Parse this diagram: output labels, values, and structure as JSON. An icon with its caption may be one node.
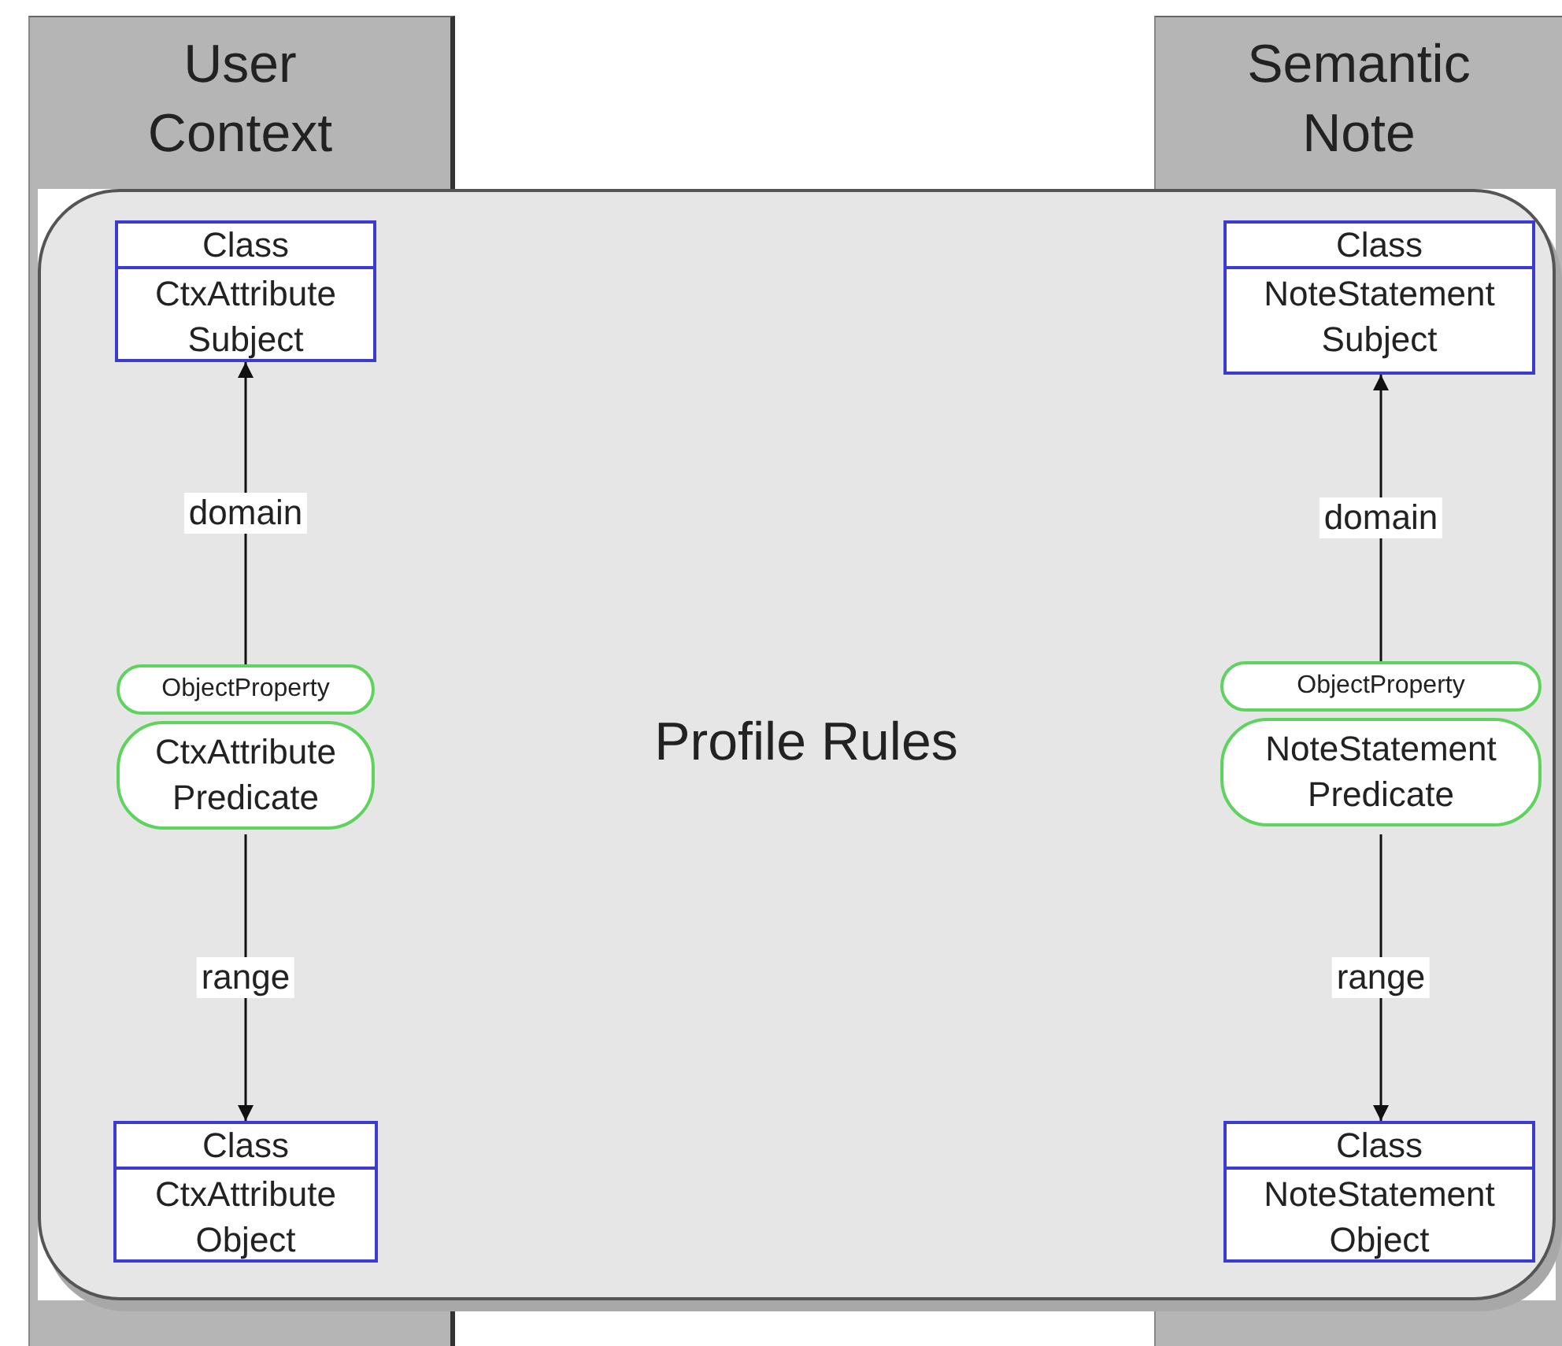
{
  "diagram": {
    "nodes": [
      {
        "text": [
          "User Context"
        ]
      },
      {
        "text": [
          "Semantic Note"
        ]
      },
      {
        "text": [
          "Profile Rules"
        ]
      },
      {
        "text": [
          "Class",
          "CtxAttribute Subject"
        ],
        "in": 2
      },
      {
        "text": [
          "ObjectProperty",
          "CtxAttribute Predicate"
        ],
        "in": 2
      },
      {
        "text": [
          "Class",
          "CtxAttribute Object"
        ],
        "in": 2
      },
      {
        "text": [
          "Class",
          "NoteStatement Subject"
        ],
        "in": 2
      },
      {
        "text": [
          "ObjectProperty",
          "NoteStatement Predicate"
        ],
        "in": 2
      },
      {
        "text": [
          "Class",
          "NoteStatement Object"
        ],
        "in": 2
      }
    ],
    "edges": [
      {
        "from": 4,
        "to": 3,
        "arrow": "to",
        "label": "domain"
      },
      {
        "from": 4,
        "to": 5,
        "arrow": "to",
        "label": "range"
      },
      {
        "from": 7,
        "to": 6,
        "arrow": "to",
        "label": "domain"
      },
      {
        "from": 7,
        "to": 8,
        "arrow": "to",
        "label": "range"
      }
    ]
  }
}
